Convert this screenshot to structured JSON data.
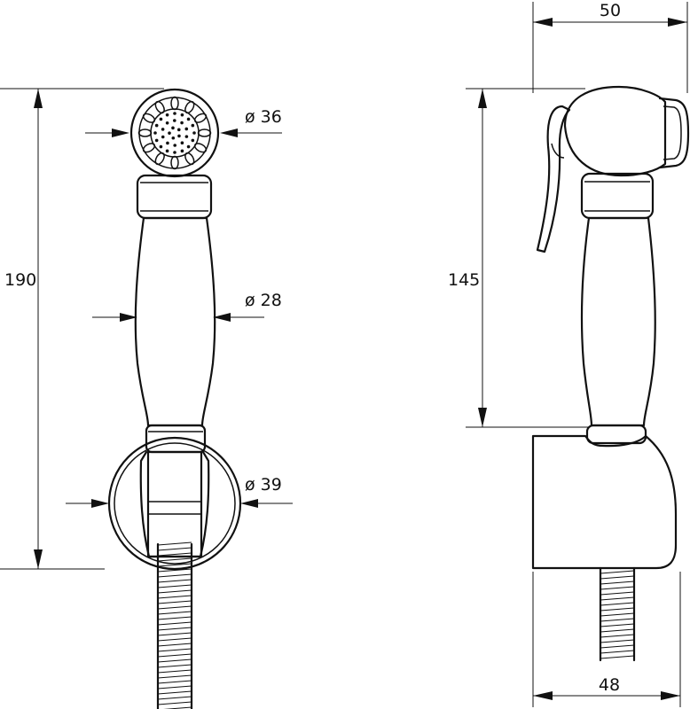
{
  "dimensions": {
    "total_height": "190",
    "head_diameter": "ø 36",
    "handle_diameter": "ø 28",
    "holder_diameter": "ø 39",
    "side_height": "145",
    "top_width": "50",
    "bottom_width": "48"
  }
}
